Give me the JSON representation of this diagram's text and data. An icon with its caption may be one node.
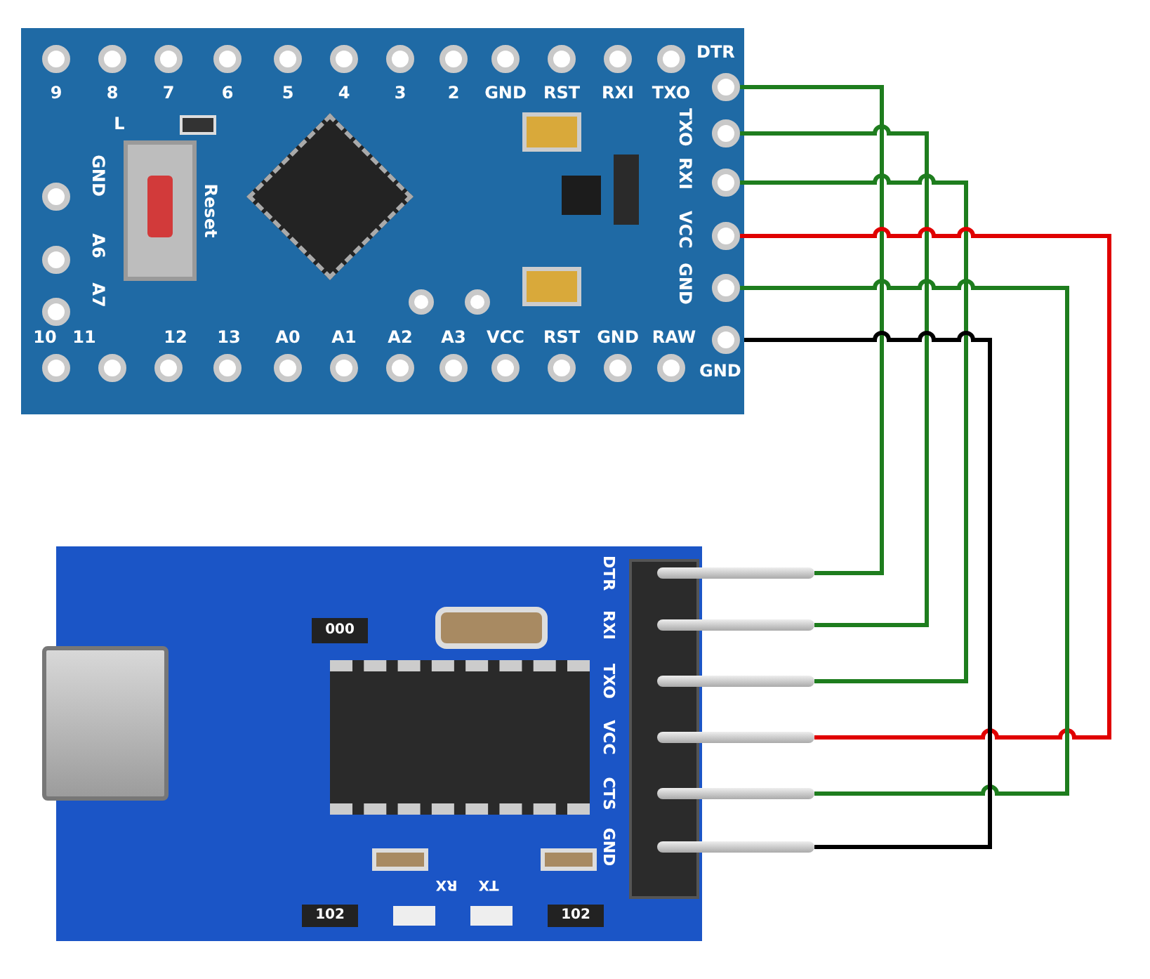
{
  "diagram": {
    "nodes": [
      {
        "text": [],
        "shape": "picture"
      },
      {
        "text": [
          "DTR"
        ],
        "in": 0
      },
      {
        "text": [
          "TXO"
        ],
        "in": 0
      },
      {
        "text": [
          "RXI"
        ],
        "in": 0
      },
      {
        "text": [
          "VCC"
        ],
        "in": 0
      },
      {
        "text": [
          "GND"
        ],
        "in": 0
      },
      {
        "text": [
          "GND"
        ],
        "in": 0
      },
      {
        "text": [],
        "shape": "picture"
      },
      {
        "text": [
          "DTR"
        ],
        "in": 7
      },
      {
        "text": [
          "RXI"
        ],
        "in": 7
      },
      {
        "text": [
          "TXO"
        ],
        "in": 7
      },
      {
        "text": [
          "VCC"
        ],
        "in": 7
      },
      {
        "text": [
          "CTS"
        ],
        "in": 7
      },
      {
        "text": [
          "GND"
        ],
        "in": 7
      }
    ],
    "edges": [
      {
        "from": 1,
        "to": 8,
        "arrow": "none"
      },
      {
        "from": 2,
        "to": 9,
        "arrow": "none"
      },
      {
        "from": 3,
        "to": 10,
        "arrow": "none"
      },
      {
        "from": 4,
        "to": 11,
        "arrow": "none",
        "color": "#e00000"
      },
      {
        "from": 5,
        "to": 12,
        "arrow": "none"
      },
      {
        "from": 6,
        "to": 13,
        "arrow": "none",
        "color": "#000000"
      }
    ],
    "labels": [
      "9",
      "8",
      "7",
      "6",
      "5",
      "4",
      "3",
      "2",
      "GND",
      "RST",
      "RXI",
      "TXO",
      "L",
      "GND",
      "A6",
      "A7",
      "Reset",
      "10",
      "11",
      "12",
      "13",
      "A0",
      "A1",
      "A2",
      "A3",
      "VCC",
      "RST",
      "GND",
      "RAW",
      "000",
      "RX",
      "TX",
      "102",
      "102"
    ]
  }
}
